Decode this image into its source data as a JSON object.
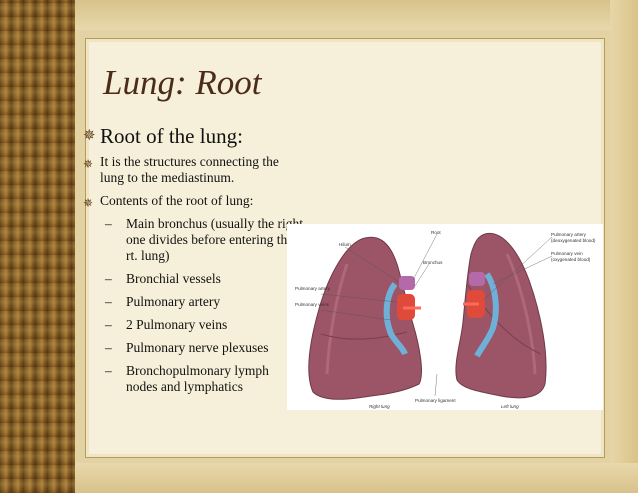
{
  "slide": {
    "title": "Lung: Root",
    "bullets": [
      {
        "text": "Root of the lung:",
        "level": 1
      },
      {
        "text": "It is the structures connecting the lung to the mediastinum.",
        "level": 2
      },
      {
        "text": "Contents of the root of lung:",
        "level": 2
      }
    ],
    "sub_items": [
      "Main bronchus (usually  the right one divides before entering the  rt. lung)",
      "Bronchial vessels",
      "Pulmonary artery",
      "2 Pulmonary veins",
      "Pulmonary  nerve plexuses",
      "Bronchopulmonary lymph nodes and lymphatics"
    ]
  },
  "figure": {
    "labels": {
      "hilum": "Hilum",
      "root": "Root",
      "bronchus": "Bronchus",
      "pulmonary_artery_left": "Pulmonary artery",
      "pulmonary_veins_left": "Pulmonary veins",
      "pulmonary_artery_right_1": "Pulmonary artery",
      "pulmonary_artery_right_2": "(deoxygenated blood)",
      "pulmonary_vein_right_1": "Pulmonary vein",
      "pulmonary_vein_right_2": "(oxygenated blood)",
      "pulmonary_ligament": "Pulmonary ligament",
      "right_lung": "Right lung",
      "left_lung": "Left lung"
    }
  },
  "colors": {
    "title": "#4a2c18",
    "lung": "#9c5566",
    "artery": "#e04a3a",
    "vein": "#6fb0d8"
  }
}
